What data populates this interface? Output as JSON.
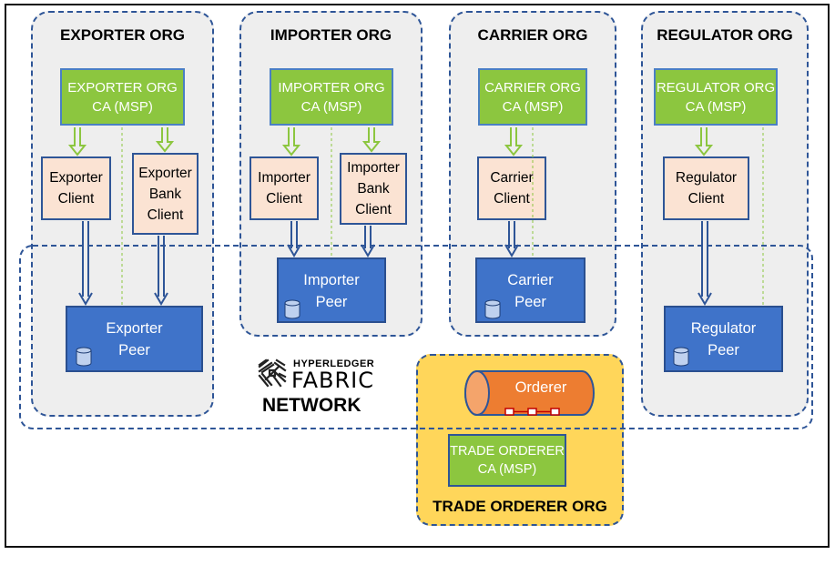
{
  "orgs": {
    "exporter": {
      "title": "EXPORTER ORG",
      "ca_line1": "EXPORTER ORG",
      "ca_line2": "CA (MSP)",
      "client1_line1": "Exporter",
      "client1_line2": "Client",
      "client2_line1": "Exporter",
      "client2_line2": "Bank",
      "client2_line3": "Client",
      "peer_line1": "Exporter",
      "peer_line2": "Peer"
    },
    "importer": {
      "title": "IMPORTER ORG",
      "ca_line1": "IMPORTER ORG",
      "ca_line2": "CA (MSP)",
      "client1_line1": "Importer",
      "client1_line2": "Client",
      "client2_line1": "Importer",
      "client2_line2": "Bank",
      "client2_line3": "Client",
      "peer_line1": "Importer",
      "peer_line2": "Peer"
    },
    "carrier": {
      "title": "CARRIER ORG",
      "ca_line1": "CARRIER ORG",
      "ca_line2": "CA (MSP)",
      "client_line1": "Carrier",
      "client_line2": "Client",
      "peer_line1": "Carrier",
      "peer_line2": "Peer"
    },
    "regulator": {
      "title": "REGULATOR ORG",
      "ca_line1": "REGULATOR ORG",
      "ca_line2": "CA (MSP)",
      "client_line1": "Regulator",
      "client_line2": "Client",
      "peer_line1": "Regulator",
      "peer_line2": "Peer"
    }
  },
  "network": {
    "logo_line1": "HYPERLEDGER",
    "logo_line2": "FABRIC",
    "label": "NETWORK"
  },
  "orderer_org": {
    "title": "TRADE ORDERER ORG",
    "orderer_label": "Orderer",
    "ca_line1": "TRADE ORDERER",
    "ca_line2": "CA (MSP)"
  },
  "colors": {
    "org_fill": "#eeeeee",
    "dash_blue": "#2e5597",
    "ca_green": "#8cc63f",
    "client_peach": "#fbe3d3",
    "peer_blue": "#3f73c9",
    "orderer_org_yellow": "#ffd65a",
    "orderer_orange": "#ed7d31"
  }
}
